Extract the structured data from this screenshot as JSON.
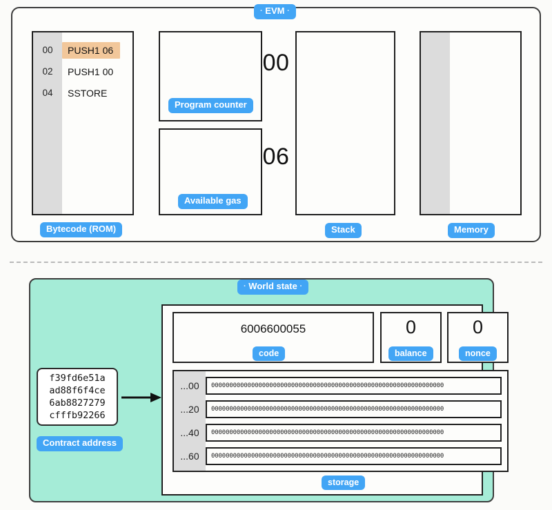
{
  "evm": {
    "title": "EVM",
    "title_dot": "·",
    "bytecode": {
      "label": "Bytecode (ROM)",
      "rows": [
        {
          "addr": "00",
          "op": "PUSH1 06",
          "highlight": true
        },
        {
          "addr": "02",
          "op": "PUSH1 00",
          "highlight": false
        },
        {
          "addr": "04",
          "op": "SSTORE",
          "highlight": false
        }
      ]
    },
    "program_counter": {
      "label": "Program counter",
      "value": "00"
    },
    "available_gas": {
      "label": "Available gas",
      "value": "06"
    },
    "stack": {
      "label": "Stack",
      "items": []
    },
    "memory": {
      "label": "Memory",
      "items": []
    }
  },
  "world_state": {
    "title": "World state",
    "title_dot": "·",
    "contract_address": {
      "label": "Contract address",
      "value": "f39fd6e51a\nad88f6f4ce\n6ab8827279\ncfffb92266"
    },
    "account": {
      "code": {
        "label": "code",
        "value": "6006600055"
      },
      "balance": {
        "label": "balance",
        "value": "0"
      },
      "nonce": {
        "label": "nonce",
        "value": "0"
      },
      "storage": {
        "label": "storage",
        "rows": [
          {
            "key": "...00",
            "value": "0000000000000000000000000000000000000000000000000000000000000000"
          },
          {
            "key": "...20",
            "value": "0000000000000000000000000000000000000000000000000000000000000000"
          },
          {
            "key": "...40",
            "value": "0000000000000000000000000000000000000000000000000000000000000000"
          },
          {
            "key": "...60",
            "value": "0000000000000000000000000000000000000000000000000000000000000000"
          }
        ]
      }
    }
  },
  "colors": {
    "badge_blue": "#42a5f5",
    "world_green": "#a5ecd7",
    "highlight_peach": "#f2c79a",
    "gutter_gray": "#dcdcdc",
    "border_dark": "#1e1e1e"
  }
}
